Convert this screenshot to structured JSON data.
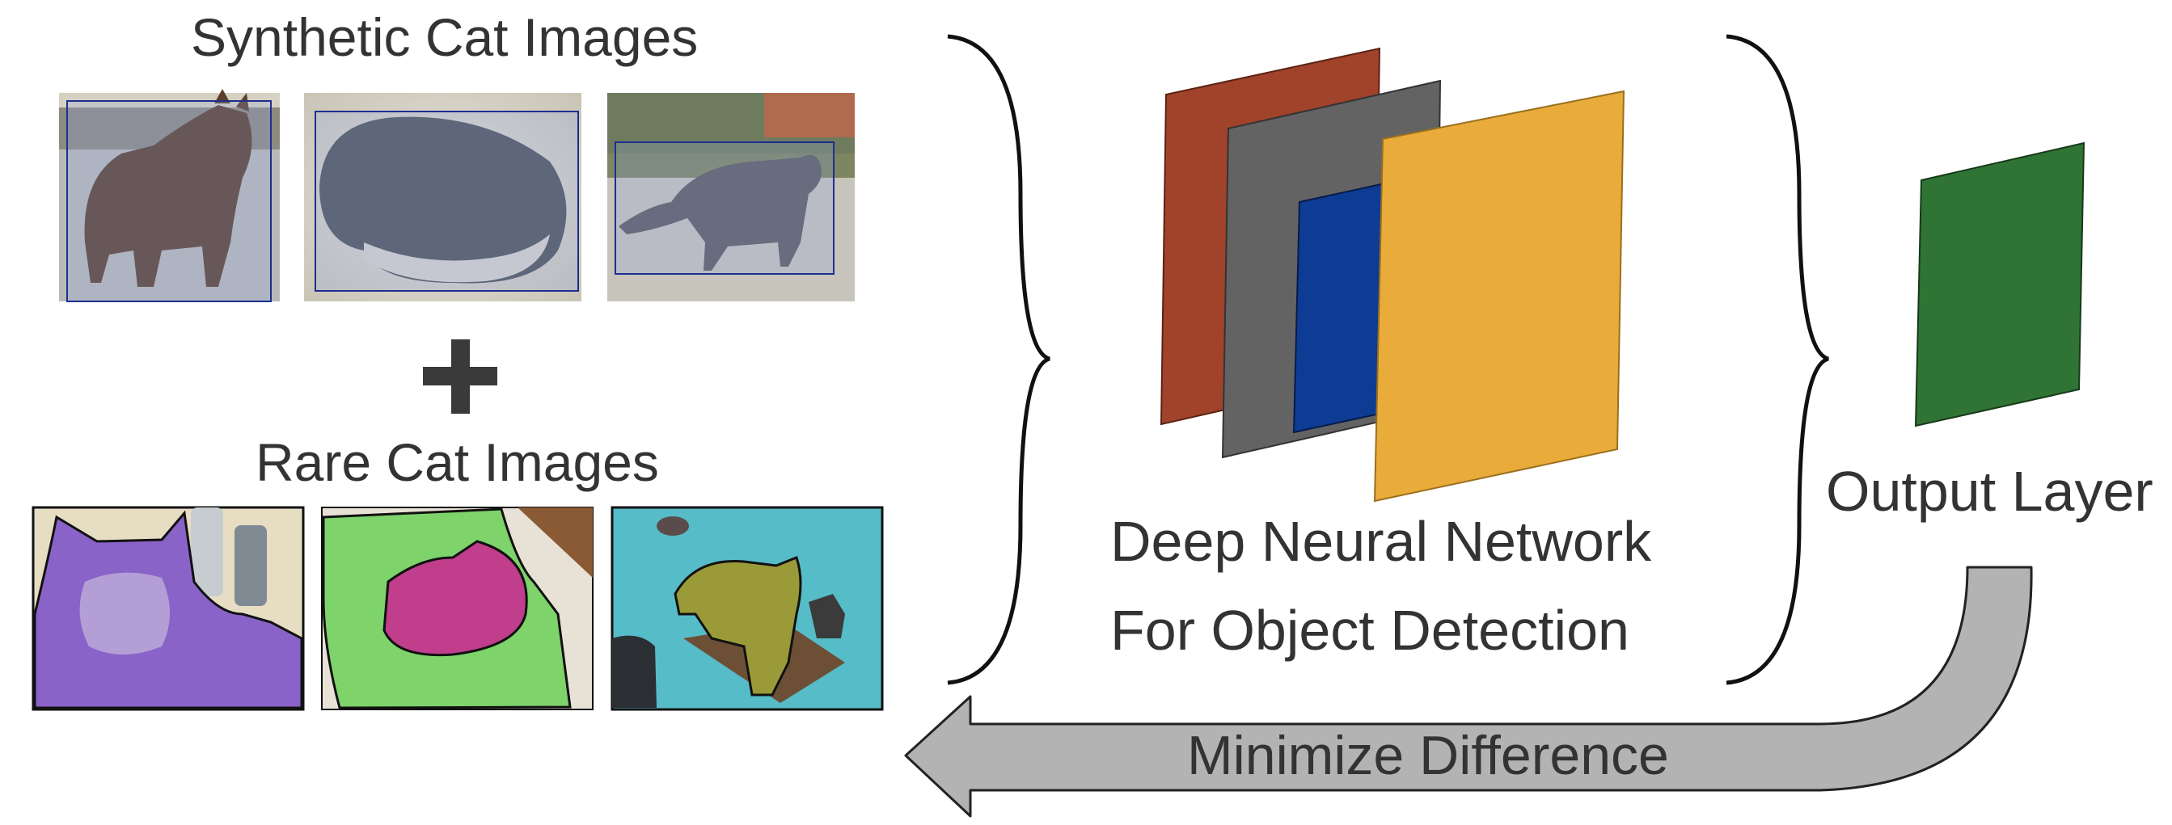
{
  "labels": {
    "synthetic_title": "Synthetic Cat Images",
    "rare_title": "Rare Cat Images",
    "dnn_line1": "Deep Neural Network",
    "dnn_line2": "For Object Detection",
    "output_layer": "Output Layer",
    "minimize": "Minimize Difference"
  },
  "colors": {
    "text": "#333333",
    "layer_red": "#a0432a",
    "layer_gray": "#636363",
    "layer_blue": "#0e3c94",
    "layer_yellow": "#e9ac3a",
    "output_green": "#2f7434",
    "arrow_gray": "#b3b3b3",
    "plus": "#3a3a3a",
    "seg_purple": "#8a63c8",
    "seg_green": "#7ed36a",
    "seg_magenta": "#c03e8c",
    "seg_teal": "#56bcc7",
    "seg_olive": "#9a9a38",
    "bbox_blue": "#1d2f8f"
  }
}
